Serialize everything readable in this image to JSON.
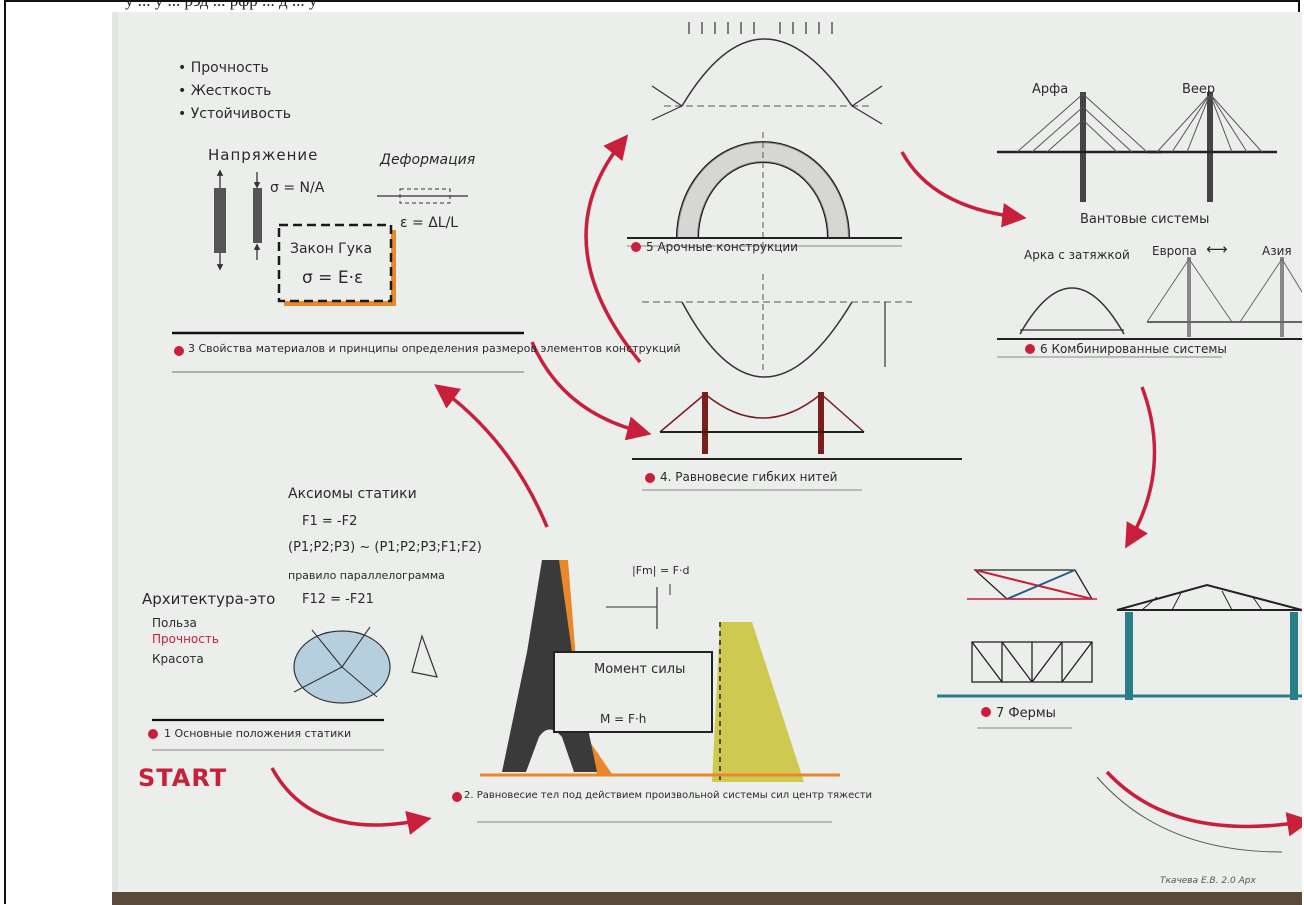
{
  "top_strip_text": "у ... у ... рэд ... рфр ... д ... у",
  "photo": {
    "bullets": [
      "Прочность",
      "Жесткость",
      "Устойчивость"
    ],
    "stress_title": "Напряжение",
    "stress_formula": "σ = N/A",
    "deformation_title": "Деформация",
    "strain_formula": "ε = ΔL/L",
    "hooke_title": "Закон Гука",
    "hooke_formula": "σ = E·ε",
    "section3": "3 Свойства материалов и принципы определения размеров элементов конструкций",
    "section5": "5 Арочные конструкции",
    "section4": "4. Равновесие гибких нитей",
    "section6": "6 Комбинированные системы",
    "section7": "7 Фермы",
    "section1": "1 Основные положения статики",
    "section2": "2. Равновесие тел под действием произвольной системы сил центр тяжести",
    "harp": "Арфа",
    "fan": "Веер",
    "cable_systems": "Вантовые системы",
    "tie_arch": "Арка с затяжкой",
    "europe": "Европа",
    "asia": "Азия",
    "axioms_title": "Аксиомы статики",
    "axiom1": "F1 = -F2",
    "axiom2": "(P1;P2;P3) ~ (P1;P2;P3;F1;F2)",
    "axiom3": "правило параллелограмма",
    "axiom4": "F12 = -F21",
    "architecture": "Архитектура-это",
    "triad": [
      "Польза",
      "Прочность",
      "Красота"
    ],
    "start": "START",
    "moment_title": "Момент силы",
    "moment_formula": "M = F·h",
    "moment_top": "|Fm| = F·d",
    "signature": "Ткачева Е.В.   2.0 Арх"
  },
  "colors": {
    "paper": "#e4e6e4",
    "red_arrow": "#c8203a",
    "orange": "#e8882a",
    "yellow": "#c9c336",
    "teal": "#2a7f86",
    "ink": "#2a2a2a"
  }
}
